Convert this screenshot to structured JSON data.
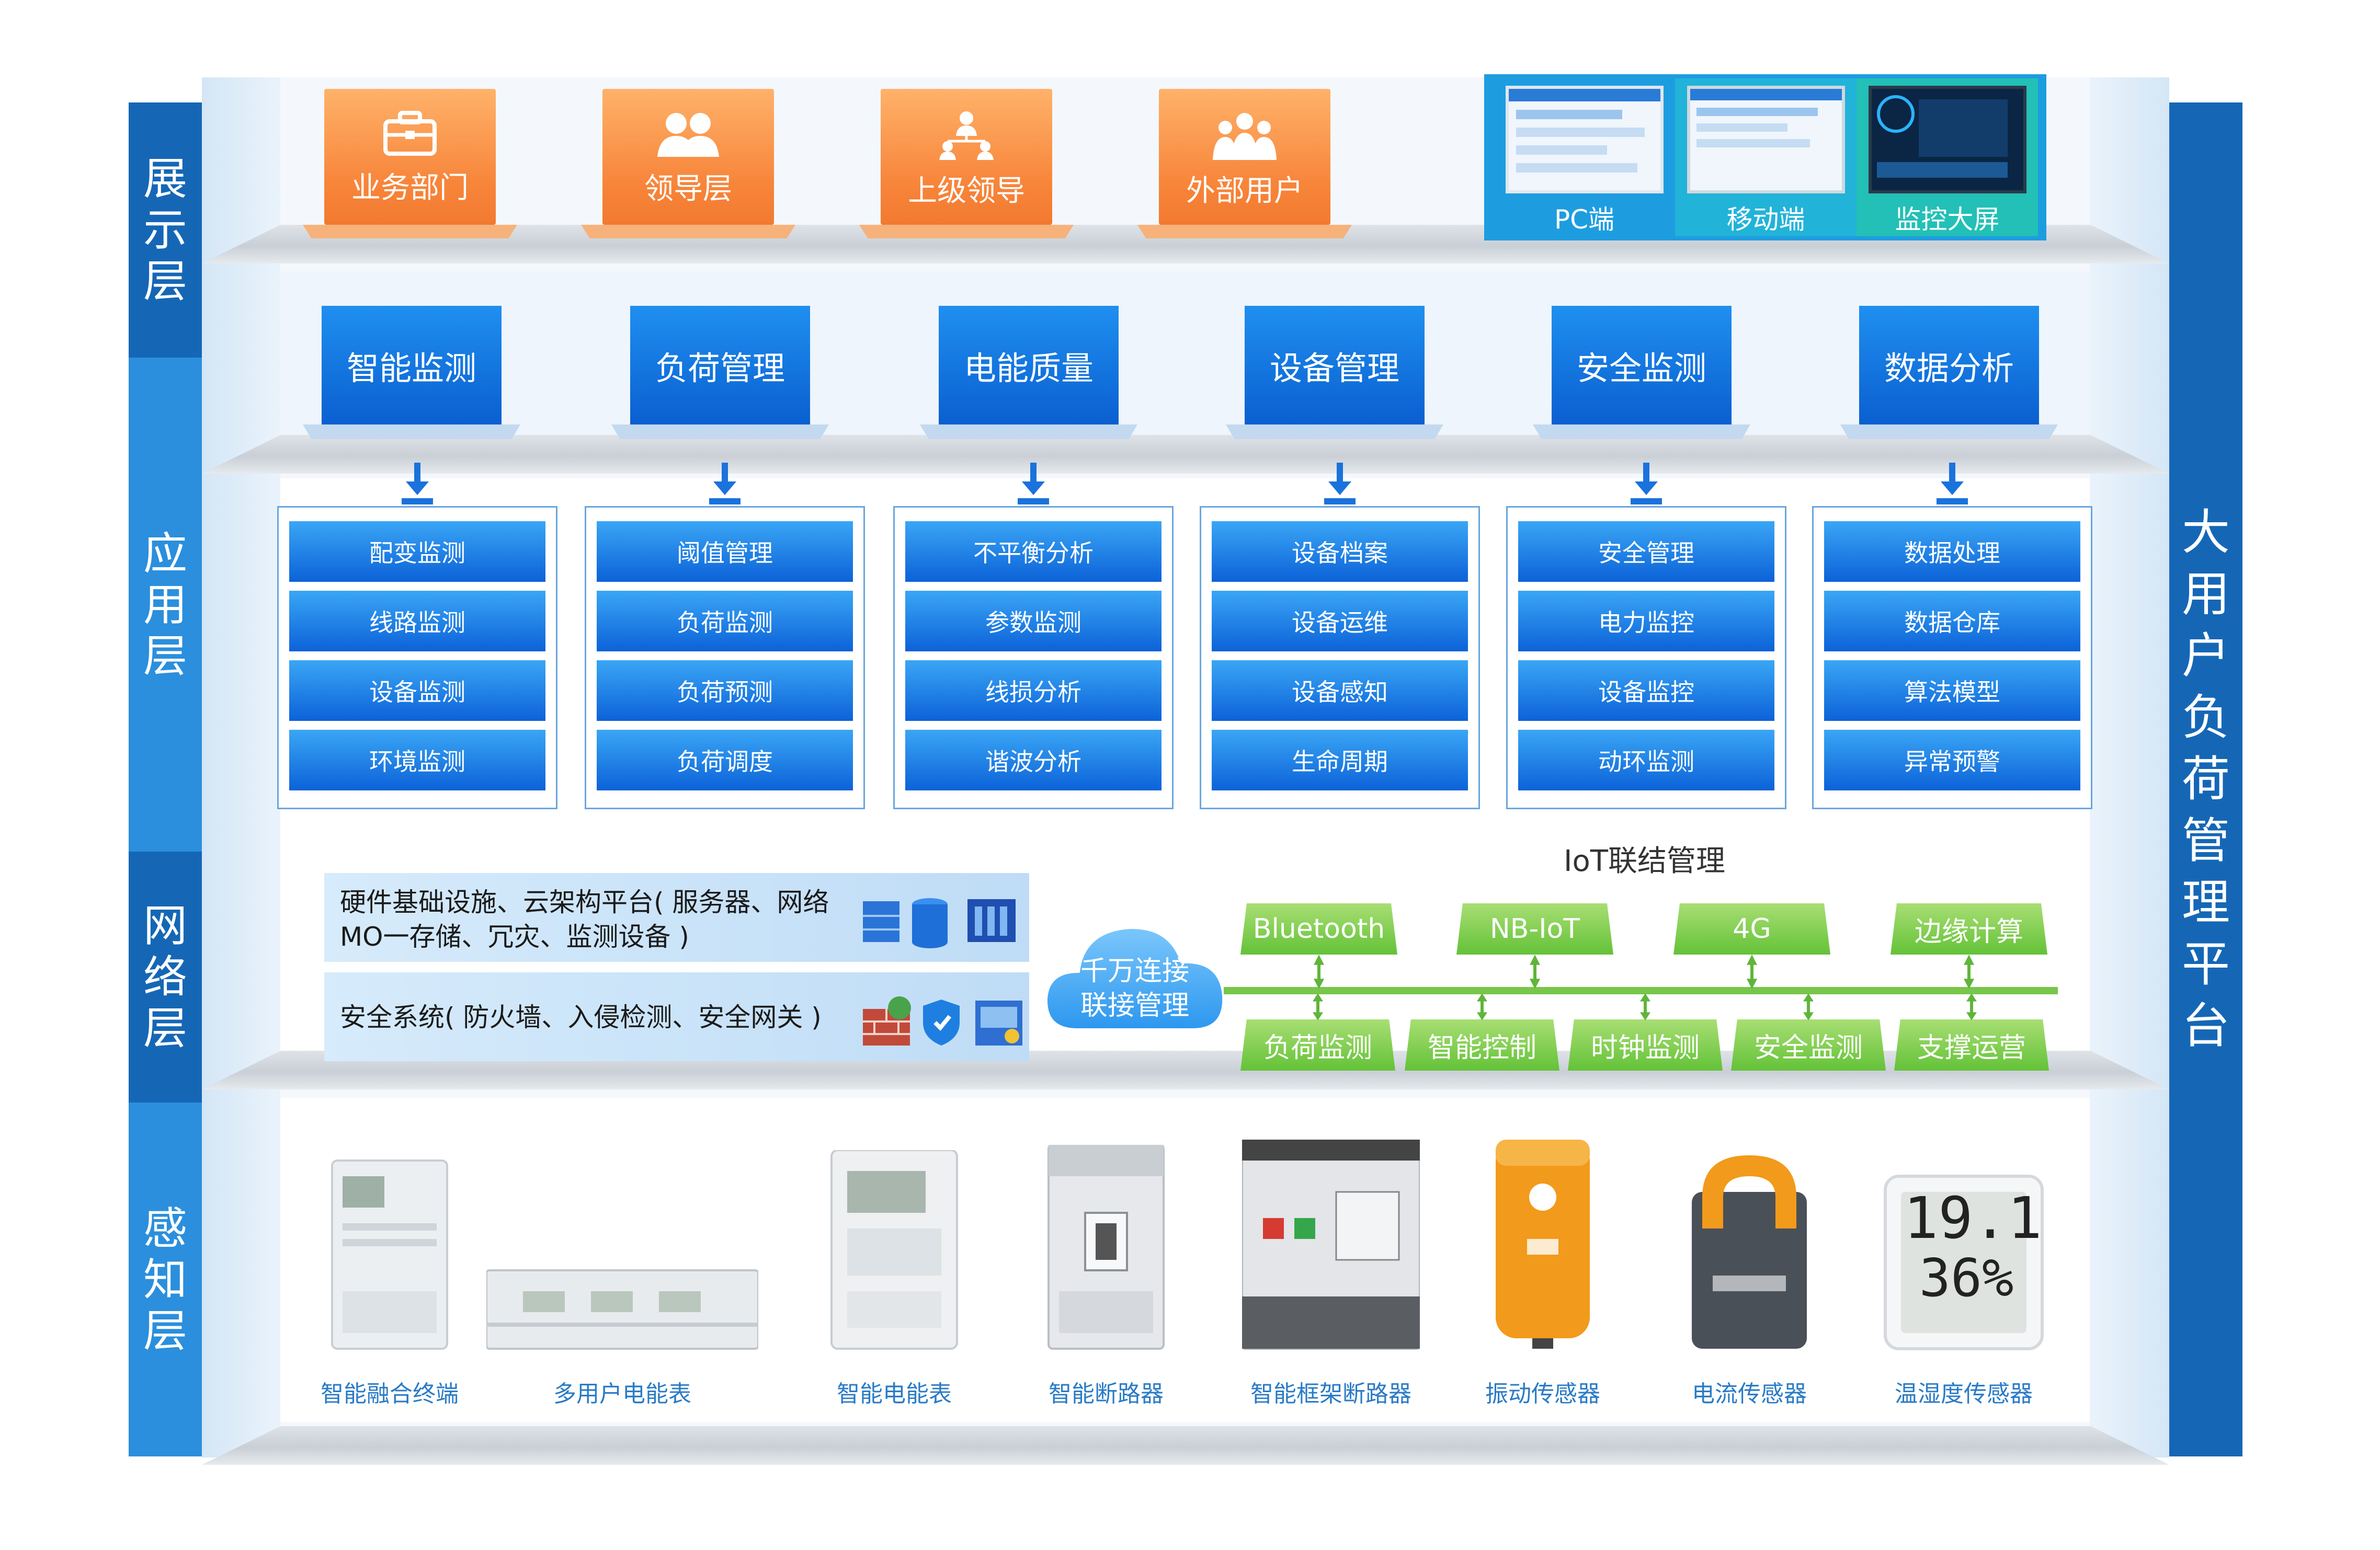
{
  "layers": {
    "presentation": "展示层",
    "application": "应用层",
    "network": "网络层",
    "perception": "感知层"
  },
  "platform_title": "大用户负荷管理平台",
  "presentation": {
    "users": [
      "业务部门",
      "领导层",
      "上级领导",
      "外部用户"
    ],
    "devices": [
      "PC端",
      "移动端",
      "监控大屏"
    ]
  },
  "application": {
    "modules": [
      {
        "name": "智能监测",
        "items": [
          "配变监测",
          "线路监测",
          "设备监测",
          "环境监测"
        ]
      },
      {
        "name": "负荷管理",
        "items": [
          "阈值管理",
          "负荷监测",
          "负荷预测",
          "负荷调度"
        ]
      },
      {
        "name": "电能质量",
        "items": [
          "不平衡分析",
          "参数监测",
          "线损分析",
          "谐波分析"
        ]
      },
      {
        "name": "设备管理",
        "items": [
          "设备档案",
          "设备运维",
          "设备感知",
          "生命周期"
        ]
      },
      {
        "name": "安全监测",
        "items": [
          "安全管理",
          "电力监控",
          "设备监控",
          "动环监测"
        ]
      },
      {
        "name": "数据分析",
        "items": [
          "数据处理",
          "数据仓库",
          "算法模型",
          "异常预警"
        ]
      }
    ]
  },
  "network": {
    "infra_line1": "硬件基础设施、云架构平台( 服务器、网络",
    "infra_line2": "MO一存储、冗灾、监测设备 )",
    "security": "安全系统( 防火墙、入侵检测、安全网关 )",
    "cloud_line1": "千万连接",
    "cloud_line2": "联接管理",
    "iot_title": "IoT联结管理",
    "iot_top": [
      "Bluetooth",
      "NB-IoT",
      "4G",
      "边缘计算"
    ],
    "iot_bottom": [
      "负荷监测",
      "智能控制",
      "时钟监测",
      "安全监测",
      "支撑运营"
    ]
  },
  "perception": {
    "devices": [
      "智能融合终端",
      "多用户电能表",
      "智能电能表",
      "智能断路器",
      "智能框架断路器",
      "振动传感器",
      "电流传感器",
      "温湿度传感器"
    ],
    "display_temp": "19.1",
    "display_humidity": "36%"
  },
  "colors": {
    "primary_blue": "#1567b6",
    "card_blue": "#0a5fd0",
    "orange": "#f7853a",
    "green": "#64c238",
    "panel_cyan": "#1d9de0"
  }
}
